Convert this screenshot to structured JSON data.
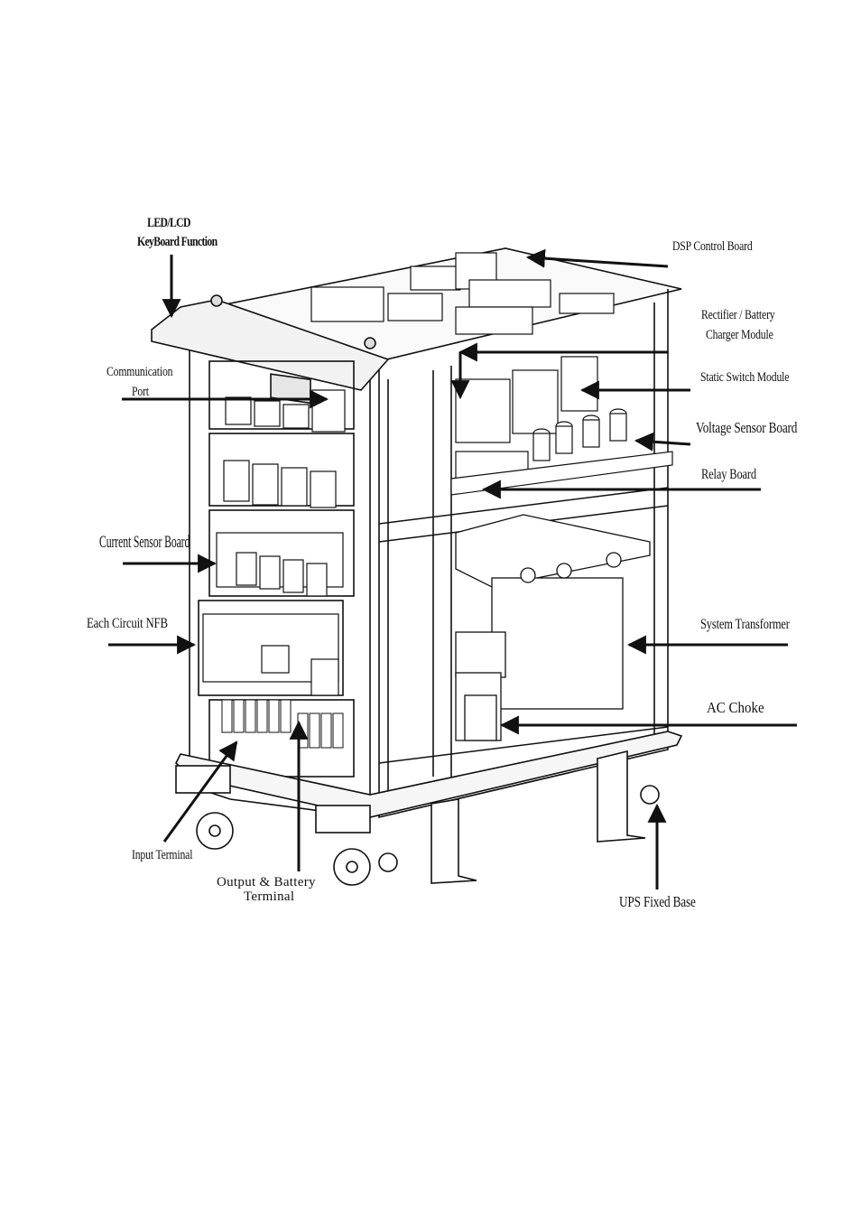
{
  "labels": {
    "led_lcd_line1": "LED/LCD",
    "led_lcd_line2": "KeyBoard Function",
    "dsp_control_board": "DSP Control Board",
    "rectifier_line1": "Rectifier / Battery",
    "rectifier_line2": "Charger Module",
    "communication_line1": "Communication",
    "communication_line2": "Port",
    "static_switch_module": "Static Switch Module",
    "voltage_sensor_board": "Voltage Sensor Board",
    "relay_board": "Relay Board",
    "current_sensor_board": "Current Sensor Board",
    "each_circuit_nfb": "Each Circuit NFB",
    "system_transformer": "System Transformer",
    "ac_choke": "AC Choke",
    "input_terminal": "Input Terminal",
    "output_battery_line1": "Output & Battery",
    "output_battery_line2": "Terminal",
    "ups_fixed_base": "UPS Fixed Base"
  },
  "colors": {
    "line": "#111111",
    "fill_light": "#f2f2f2",
    "background": "#ffffff"
  }
}
